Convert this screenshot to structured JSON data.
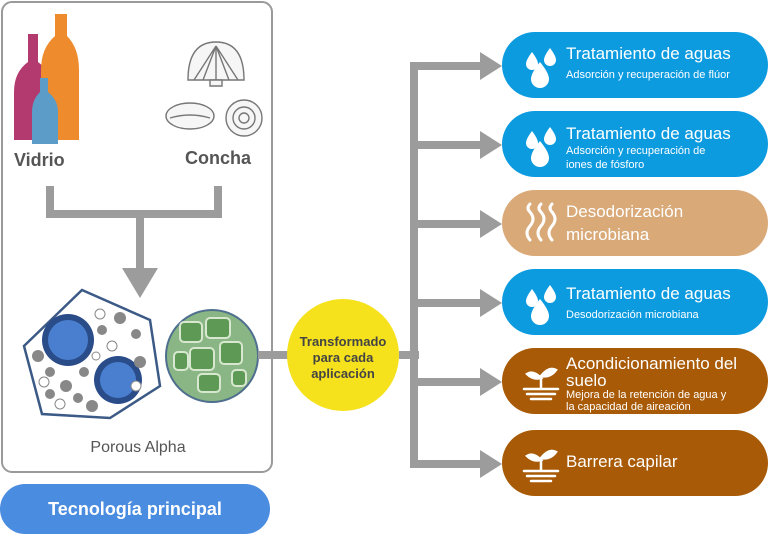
{
  "materials": {
    "glass_label": "Vidrio",
    "shell_label": "Concha",
    "product_label": "Porous Alpha"
  },
  "center_label": "Transformado para cada aplicación",
  "center_lines": [
    "Transformado",
    "para cada",
    "aplicación"
  ],
  "core_tech_label": "Tecnología principal",
  "applications": [
    {
      "title": "Tratamiento de aguas",
      "subtitle_lines": [
        "Adsorción y recuperación de flúor"
      ],
      "icon": "water-drops-icon",
      "color": "#0d9be0"
    },
    {
      "title": "Tratamiento de aguas",
      "subtitle_lines": [
        "Adsorción y recuperación de",
        "iones de fósforo"
      ],
      "icon": "water-drops-icon",
      "color": "#0d9be0"
    },
    {
      "title_lines": [
        "Desodorización",
        "microbiana"
      ],
      "icon": "odor-waves-icon",
      "color": "#d9a978"
    },
    {
      "title": "Tratamiento de aguas",
      "subtitle_lines": [
        "Desodorización microbiana"
      ],
      "icon": "water-drops-icon",
      "color": "#0d9be0"
    },
    {
      "title_lines": [
        "Acondicionamiento del",
        "suelo"
      ],
      "subtitle_lines": [
        "Mejora de la retención de agua y",
        "la capacidad de aireación"
      ],
      "icon": "sprout-icon",
      "color": "#a85a06"
    },
    {
      "title": "Barrera capilar",
      "icon": "sprout-icon",
      "color": "#a85a06"
    }
  ]
}
